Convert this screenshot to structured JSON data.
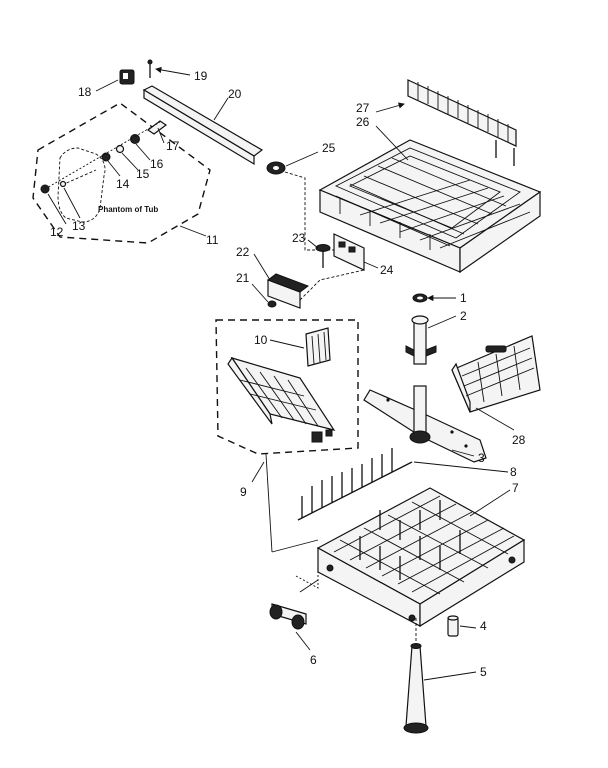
{
  "callouts": {
    "c1": "1",
    "c2": "2",
    "c3": "3",
    "c4": "4",
    "c5": "5",
    "c6": "6",
    "c7": "7",
    "c8": "8",
    "c9": "9",
    "c10": "10",
    "c11": "11",
    "c12": "12",
    "c13": "13",
    "c14": "14",
    "c15": "15",
    "c16": "16",
    "c17": "17",
    "c18": "18",
    "c19": "19",
    "c20": "20",
    "c21": "21",
    "c22": "22",
    "c23": "23",
    "c24": "24",
    "c25": "25",
    "c26": "26",
    "c27": "27",
    "c28": "28"
  },
  "phantom_label": "Phantom of Tub"
}
